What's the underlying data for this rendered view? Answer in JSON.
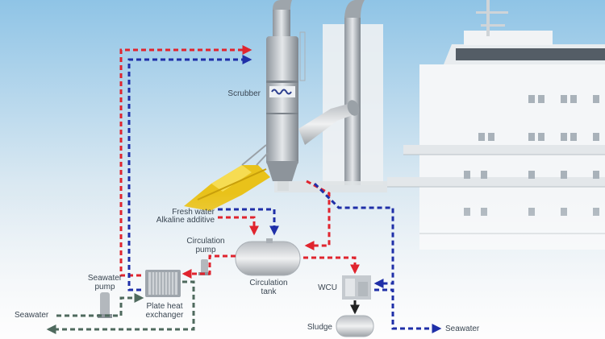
{
  "diagram": {
    "labels": {
      "scrubber": "Scrubber",
      "fresh_water": "Fresh water",
      "alkaline_additive": "Alkaline additive",
      "circulation_pump_1": "Circulation",
      "circulation_pump_2": "pump",
      "circulation_tank_1": "Circulation",
      "circulation_tank_2": "tank",
      "seawater_pump_1": "Seawater",
      "seawater_pump_2": "pump",
      "plate_heat_exchanger_1": "Plate heat",
      "plate_heat_exchanger_2": "exchanger",
      "seawater_in": "Seawater",
      "seawater_out": "Seawater",
      "wcu": "WCU",
      "sludge": "Sludge"
    },
    "colors": {
      "hot_flow": "#e0242e",
      "cold_flow": "#1f2fa8",
      "seawater_flow": "#4f6a5e",
      "sludge_flow": "#222222",
      "equipment": "#c9ccd0",
      "ship_hull": "#f4f6f8",
      "sky_top": "#9ccbe9",
      "sky_bottom": "#f0f3f5",
      "deflector": "#e9c21a"
    }
  }
}
